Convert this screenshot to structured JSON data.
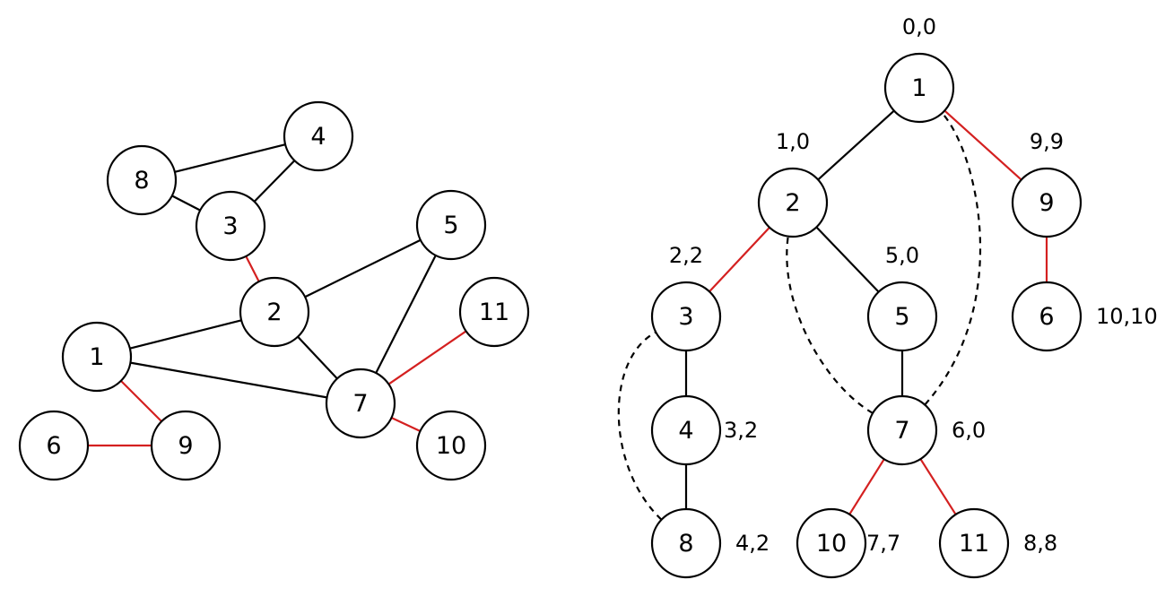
{
  "colors": {
    "tree_edge": "#000000",
    "bridge_edge": "#d42020",
    "back_edge": "#000000"
  },
  "graph": {
    "nodes": [
      "1",
      "2",
      "3",
      "4",
      "5",
      "6",
      "7",
      "8",
      "9",
      "10",
      "11"
    ],
    "edges": [
      {
        "a": "8",
        "b": "4",
        "kind": "normal"
      },
      {
        "a": "8",
        "b": "3",
        "kind": "normal"
      },
      {
        "a": "3",
        "b": "4",
        "kind": "normal"
      },
      {
        "a": "3",
        "b": "2",
        "kind": "bridge"
      },
      {
        "a": "2",
        "b": "5",
        "kind": "normal"
      },
      {
        "a": "2",
        "b": "1",
        "kind": "normal"
      },
      {
        "a": "2",
        "b": "7",
        "kind": "normal"
      },
      {
        "a": "5",
        "b": "7",
        "kind": "normal"
      },
      {
        "a": "1",
        "b": "7",
        "kind": "normal"
      },
      {
        "a": "7",
        "b": "11",
        "kind": "bridge"
      },
      {
        "a": "7",
        "b": "10",
        "kind": "bridge"
      },
      {
        "a": "1",
        "b": "9",
        "kind": "bridge"
      },
      {
        "a": "6",
        "b": "9",
        "kind": "bridge"
      }
    ]
  },
  "dfs_tree": {
    "nodes": [
      {
        "id": "1",
        "annotation": "0,0"
      },
      {
        "id": "2",
        "annotation": "1,0"
      },
      {
        "id": "9",
        "annotation": "9,9"
      },
      {
        "id": "3",
        "annotation": "2,2"
      },
      {
        "id": "5",
        "annotation": "5,0"
      },
      {
        "id": "6",
        "annotation": "10,10"
      },
      {
        "id": "4",
        "annotation": "3,2"
      },
      {
        "id": "7",
        "annotation": "6,0"
      },
      {
        "id": "8",
        "annotation": "4,2"
      },
      {
        "id": "10",
        "annotation": "7,7"
      },
      {
        "id": "11",
        "annotation": "8,8"
      }
    ],
    "edges": [
      {
        "a": "1",
        "b": "2",
        "kind": "tree"
      },
      {
        "a": "1",
        "b": "9",
        "kind": "bridge"
      },
      {
        "a": "9",
        "b": "6",
        "kind": "bridge"
      },
      {
        "a": "2",
        "b": "3",
        "kind": "bridge"
      },
      {
        "a": "2",
        "b": "5",
        "kind": "tree"
      },
      {
        "a": "3",
        "b": "4",
        "kind": "tree"
      },
      {
        "a": "4",
        "b": "8",
        "kind": "tree"
      },
      {
        "a": "5",
        "b": "7",
        "kind": "tree"
      },
      {
        "a": "7",
        "b": "10",
        "kind": "bridge"
      },
      {
        "a": "7",
        "b": "11",
        "kind": "bridge"
      },
      {
        "a": "8",
        "b": "3",
        "kind": "back"
      },
      {
        "a": "7",
        "b": "2",
        "kind": "back"
      },
      {
        "a": "7",
        "b": "1",
        "kind": "back"
      }
    ]
  }
}
